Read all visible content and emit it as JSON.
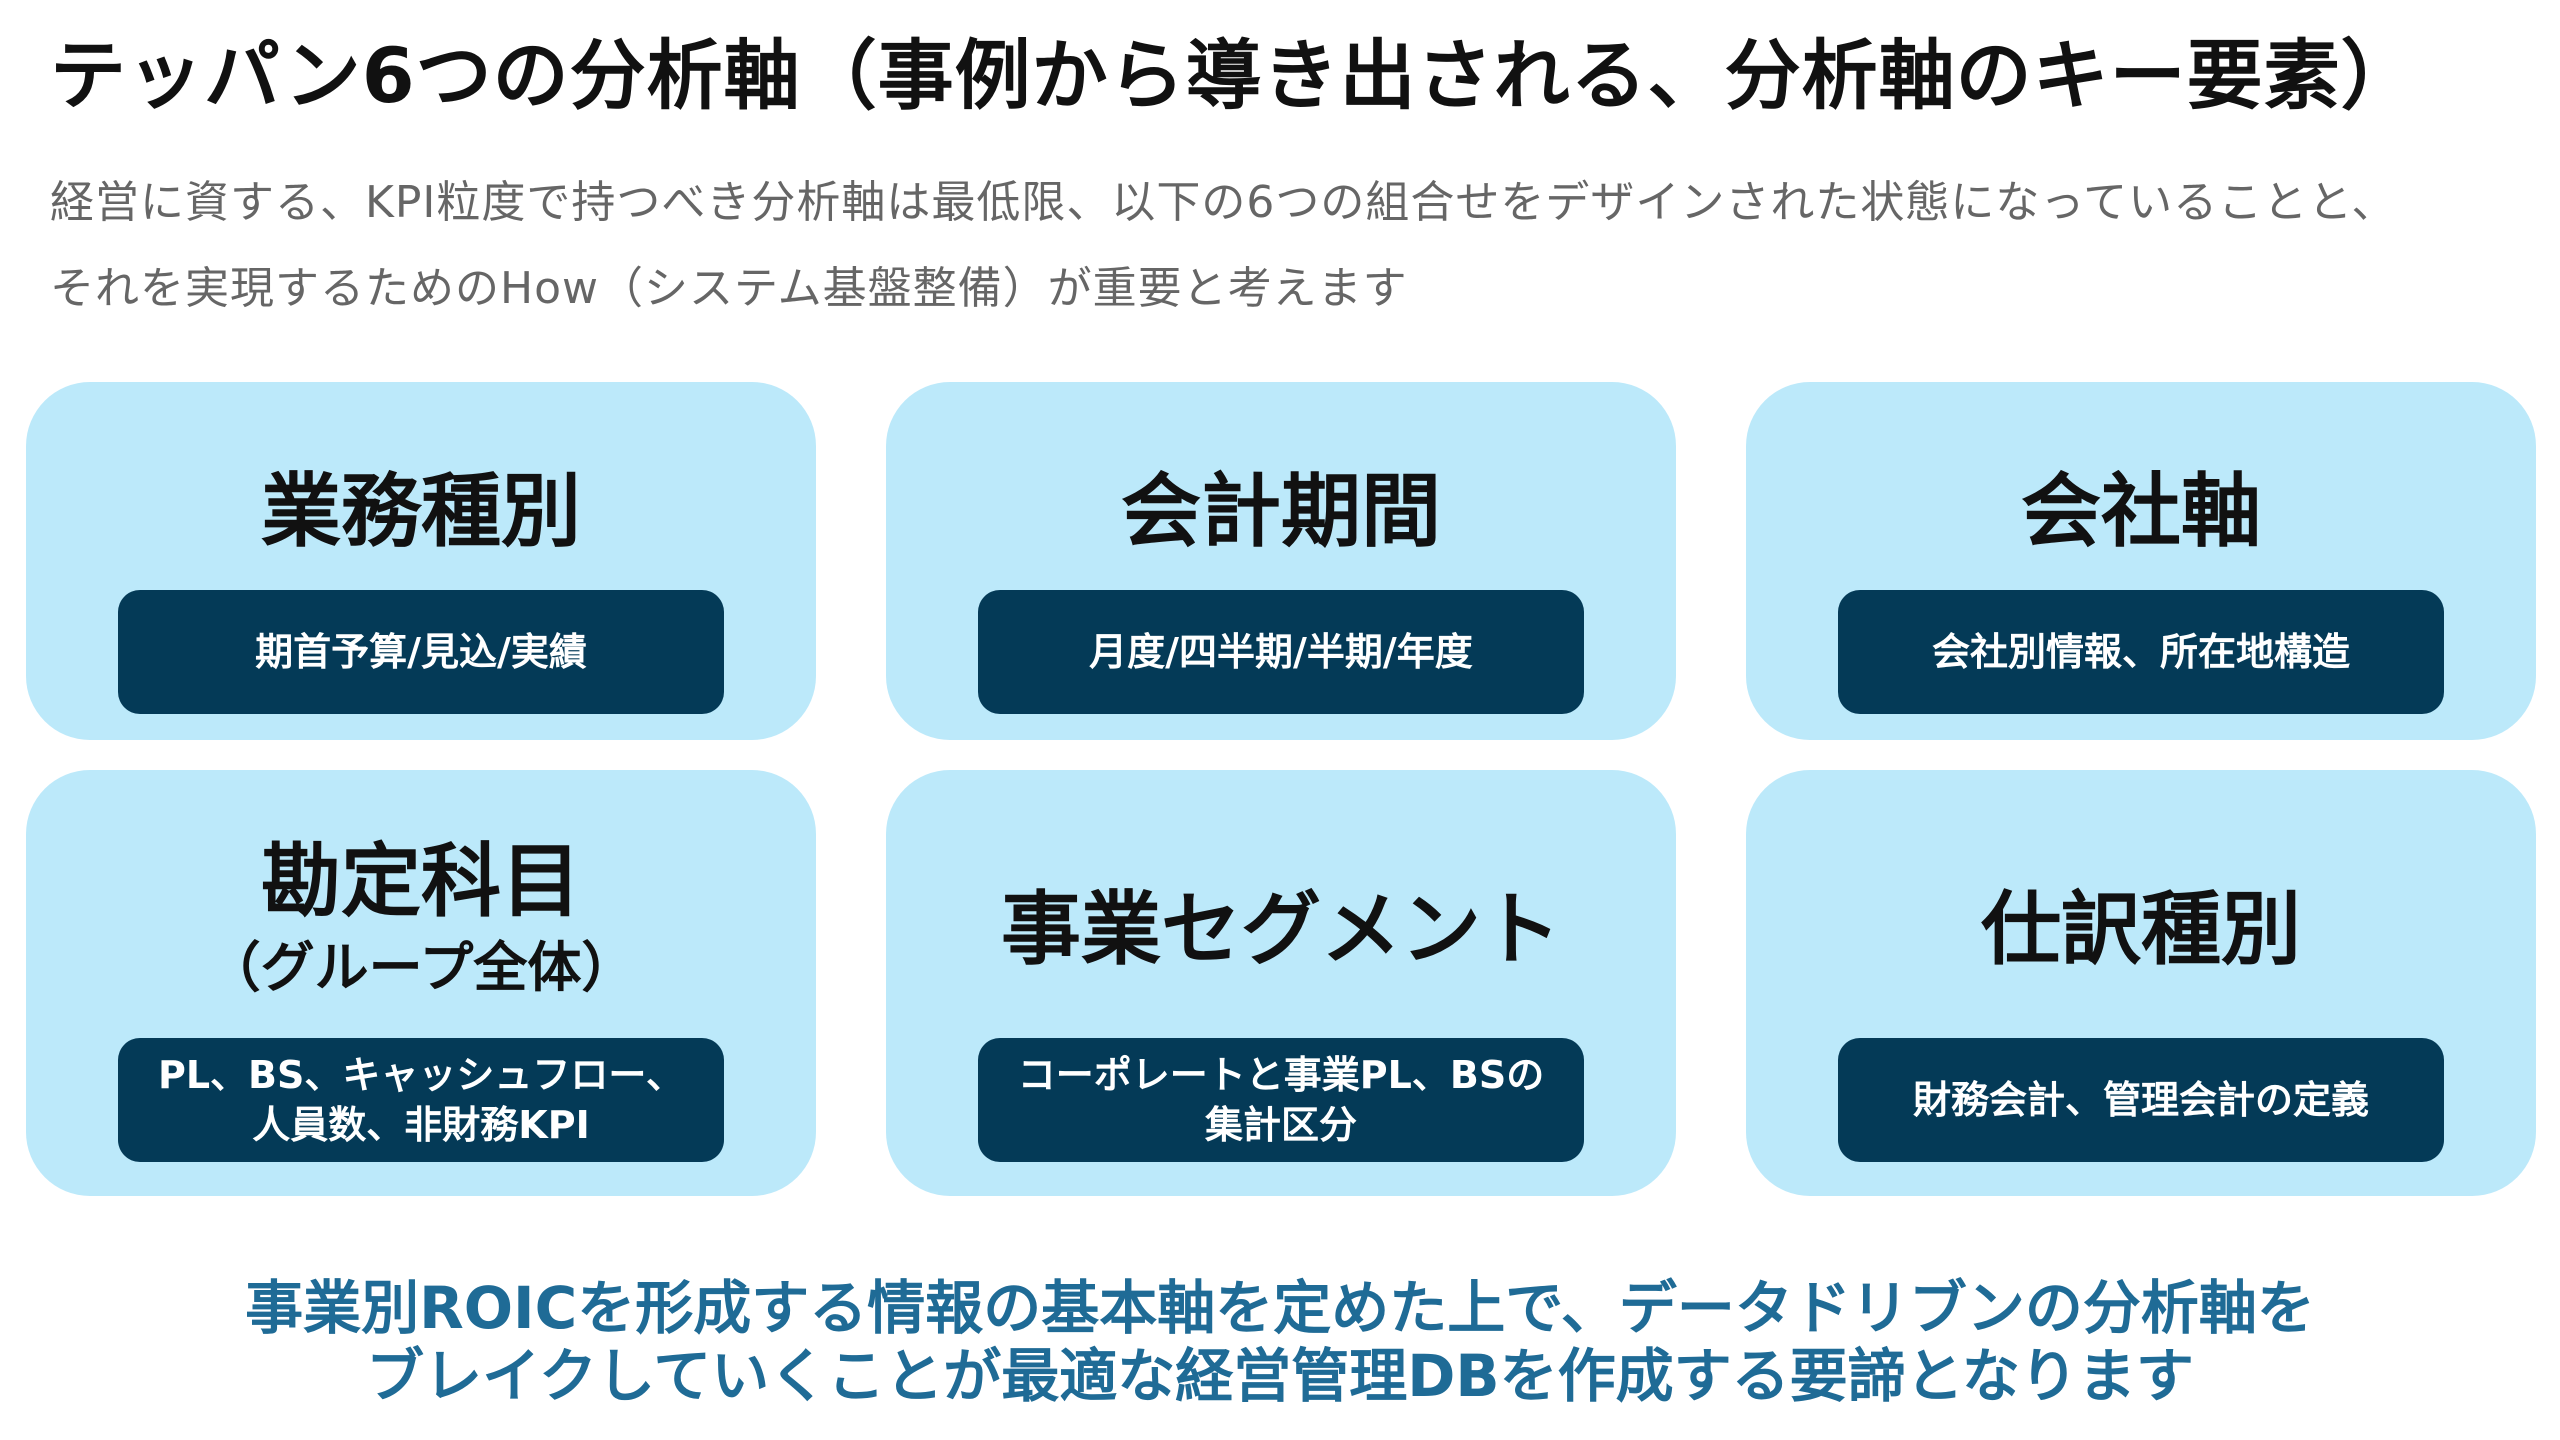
{
  "header": {
    "title": "テッパン6つの分析軸（事例から導き出される、分析軸のキー要素）",
    "subtitle_lines": [
      "経営に資する、KPI粒度で持つべき分析軸は最低限、以下の6つの組合せをデザインされた状態になっていることと、",
      "それを実現するためのHow（システム基盤整備）が重要と考えます"
    ]
  },
  "cards": [
    {
      "heading": "業務種別",
      "heading_sub": "",
      "tag": "期首予算/見込/実績"
    },
    {
      "heading": "会計期間",
      "heading_sub": "",
      "tag": "月度/四半期/半期/年度"
    },
    {
      "heading": "会社軸",
      "heading_sub": "",
      "tag": "会社別情報、所在地構造"
    },
    {
      "heading": "勘定科目",
      "heading_sub": "（グループ全体）",
      "tag": "PL、BS、キャッシュフロー、\n人員数、非財務KPI"
    },
    {
      "heading": "事業セグメント",
      "heading_sub": "",
      "tag": "コーポレートと事業PL、BSの\n集計区分"
    },
    {
      "heading": "仕訳種別",
      "heading_sub": "",
      "tag": "財務会計、管理会計の定義"
    }
  ],
  "conclusion": {
    "lines": [
      "事業別ROICを形成する情報の基本軸を定めた上で、データドリブンの分析軸を",
      "ブレイクしていくことが最適な経営管理DBを作成する要諦となります"
    ]
  },
  "colors": {
    "card_background": "#bce9fa",
    "tag_background": "#043a57",
    "conclusion_text": "#1f6b96",
    "subtitle_text": "#666666"
  }
}
